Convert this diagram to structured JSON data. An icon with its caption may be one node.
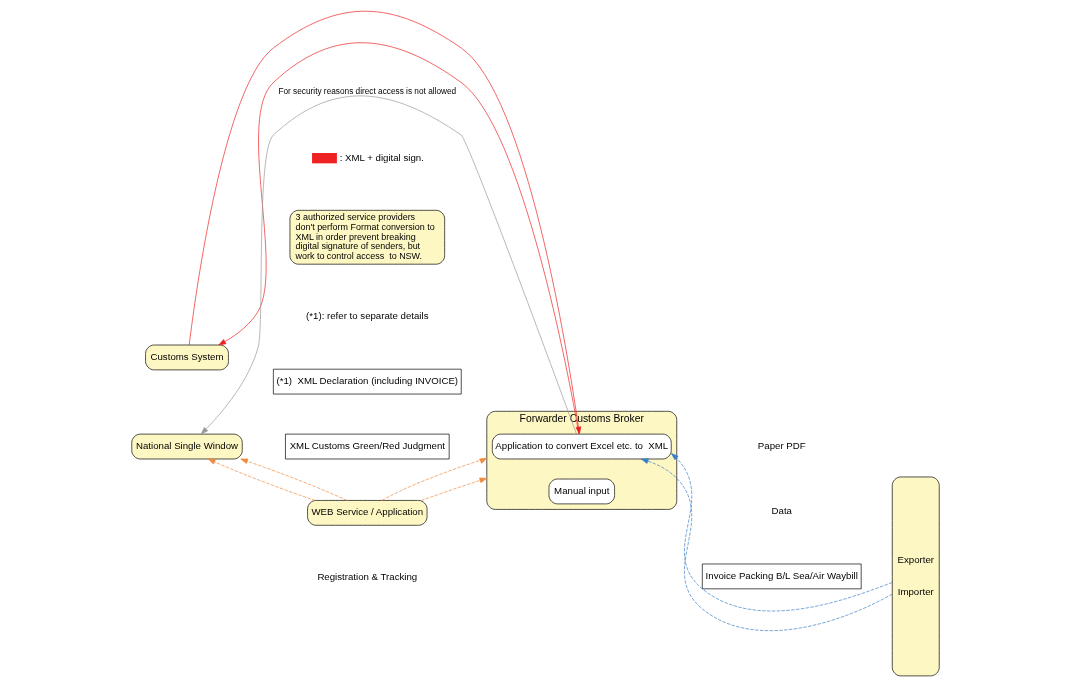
{
  "diagram": {
    "nodes": [
      {
        "text": [
          "Customs System"
        ]
      },
      {
        "text": [
          "3 authorized service providers  don't perform Format conversion to XML in order prevent breaking digital signature of senders, but work to control access  to NSW."
        ]
      },
      {
        "text": [
          "Forwarder Customs Broker"
        ]
      },
      {
        "text": [
          "Application to convert Excel etc. to  XML"
        ],
        "in": 2
      },
      {
        "text": [
          "Manual input"
        ],
        "in": 2
      },
      {
        "text": [
          "Exporter",
          "Importer"
        ]
      },
      {
        "text": [
          "National Single Window"
        ]
      },
      {
        "text": [
          "WEB Service / Application"
        ]
      },
      {
        "text": [
          "Invoice Packing B/L Sea/Air Waybill"
        ]
      },
      {
        "text": [
          "(*1)  XML Declaration (including INVOICE)"
        ]
      },
      {
        "text": [
          "XML Customs Green/Red Judgment"
        ]
      }
    ],
    "edges": [
      {
        "from": 3,
        "to": 0,
        "arrow": "to",
        "color": "#ee2222"
      },
      {
        "from": 0,
        "to": 3,
        "arrow": "to",
        "color": "#ee2222"
      },
      {
        "from": 3,
        "to": 6,
        "arrow": "to",
        "color": "#999999",
        "label": "For security reasons direct access is not allowed"
      },
      {
        "from": 7,
        "to": 6,
        "arrow": "to",
        "style": "dashed",
        "color": "#f08a3c"
      },
      {
        "from": 7,
        "to": 2,
        "arrow": "to",
        "style": "dashed",
        "color": "#f08a3c"
      },
      {
        "from": 7,
        "to": 6,
        "arrow": "to",
        "style": "dashed",
        "color": "#f08a3c"
      },
      {
        "from": 7,
        "to": 2,
        "arrow": "to",
        "style": "dashed",
        "color": "#f08a3c"
      },
      {
        "from": 5,
        "to": 3,
        "arrow": "to",
        "style": "dashed",
        "color": "#3a7fc4"
      },
      {
        "from": 5,
        "to": 3,
        "arrow": "to",
        "style": "dashed",
        "color": "#3a7fc4"
      }
    ],
    "labels": [
      "(*1): refer to separate details",
      "Paper PDF",
      "Data",
      "Registration & Tracking"
    ],
    "legend": [
      {
        "text": ": XML + digital sign."
      }
    ]
  }
}
